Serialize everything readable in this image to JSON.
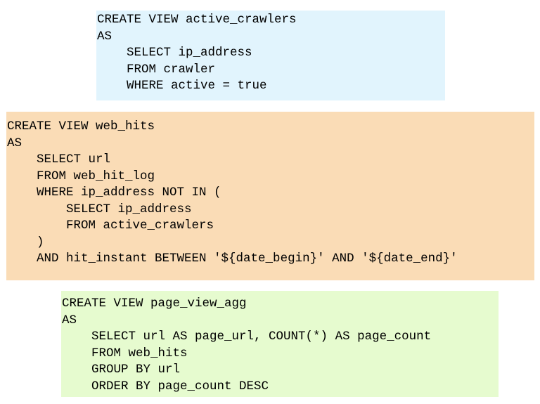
{
  "blocks": [
    {
      "name": "active-crawlers-view",
      "background": "#e1f4fd",
      "lines": [
        "CREATE VIEW active_crawlers",
        "AS",
        "    SELECT ip_address",
        "    FROM crawler",
        "    WHERE active = true"
      ]
    },
    {
      "name": "web-hits-view",
      "background": "#fadcb6",
      "lines": [
        "CREATE VIEW web_hits",
        "AS",
        "    SELECT url",
        "    FROM web_hit_log",
        "    WHERE ip_address NOT IN (",
        "        SELECT ip_address",
        "        FROM active_crawlers",
        "    )",
        "    AND hit_instant BETWEEN '${date_begin}' AND '${date_end}'"
      ]
    },
    {
      "name": "page-view-agg-view",
      "background": "#e6fbcf",
      "lines": [
        "CREATE VIEW page_view_agg",
        "AS",
        "    SELECT url AS page_url, COUNT(*) AS page_count",
        "    FROM web_hits",
        "    GROUP BY url",
        "    ORDER BY page_count DESC"
      ]
    }
  ]
}
